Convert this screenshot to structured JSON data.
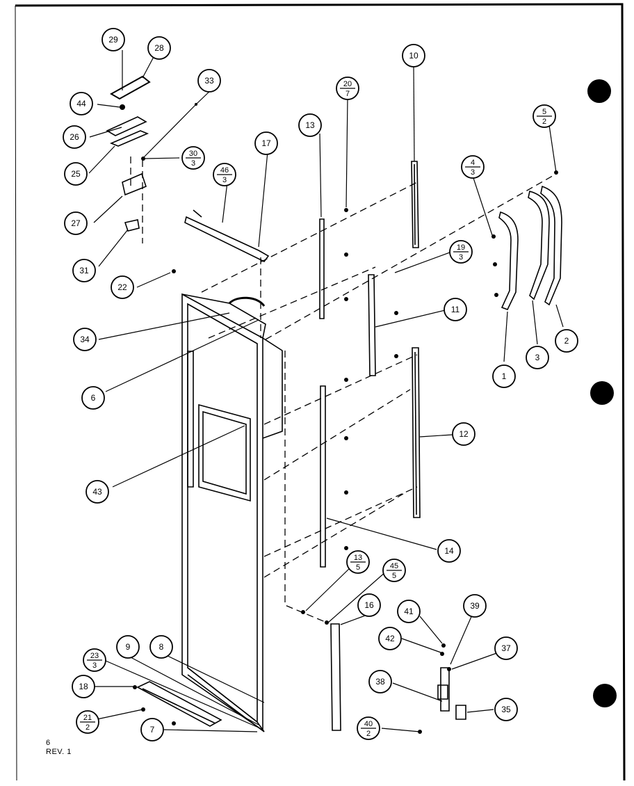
{
  "footer": {
    "page": "6",
    "revision": "REV. 1"
  },
  "callouts": [
    {
      "label": "29"
    },
    {
      "label": "28"
    },
    {
      "label": "44"
    },
    {
      "label": "33"
    },
    {
      "label": "26"
    },
    {
      "label": "25"
    },
    {
      "label": "30",
      "qty": "3"
    },
    {
      "label": "27"
    },
    {
      "label": "46",
      "qty": "3"
    },
    {
      "label": "17"
    },
    {
      "label": "31"
    },
    {
      "label": "22"
    },
    {
      "label": "34"
    },
    {
      "label": "6"
    },
    {
      "label": "43"
    },
    {
      "label": "13"
    },
    {
      "label": "20",
      "qty": "7"
    },
    {
      "label": "10"
    },
    {
      "label": "5",
      "qty": "2"
    },
    {
      "label": "4",
      "qty": "3"
    },
    {
      "label": "19",
      "qty": "3"
    },
    {
      "label": "11"
    },
    {
      "label": "1"
    },
    {
      "label": "3"
    },
    {
      "label": "2"
    },
    {
      "label": "12"
    },
    {
      "label": "14"
    },
    {
      "label": "13",
      "qty": "5"
    },
    {
      "label": "45",
      "qty": "5"
    },
    {
      "label": "16"
    },
    {
      "label": "41"
    },
    {
      "label": "39"
    },
    {
      "label": "42"
    },
    {
      "label": "37"
    },
    {
      "label": "38"
    },
    {
      "label": "35"
    },
    {
      "label": "40",
      "qty": "2"
    },
    {
      "label": "9"
    },
    {
      "label": "8"
    },
    {
      "label": "23",
      "qty": "3"
    },
    {
      "label": "18"
    },
    {
      "label": "21",
      "qty": "2"
    },
    {
      "label": "7"
    }
  ]
}
